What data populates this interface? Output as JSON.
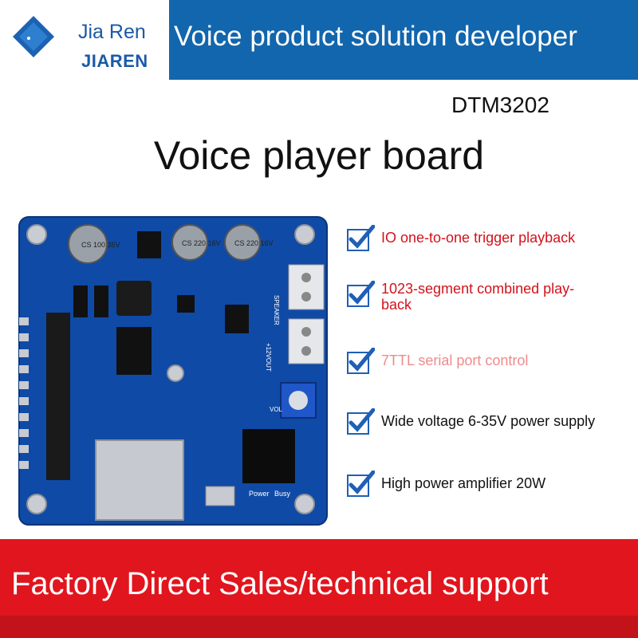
{
  "header": {
    "logo_top": "Jia Ren",
    "logo_bottom": "JIAREN",
    "tagline": "Voice product solution developer",
    "banner_color": "#1266ad"
  },
  "model": "DTM3202",
  "title": "Voice player board",
  "board": {
    "capacitor_label_1": "CS 100 35V",
    "capacitor_label_2": "CS 220 16V",
    "capacitor_label_3": "CS 220 16V",
    "speaker_label": "SPEAKER",
    "power_label": "+12VOUT",
    "vol_label": "VOL",
    "power_led_label": "Power",
    "busy_led_label": "Busy"
  },
  "features": [
    {
      "text": "IO one-to-one trigger playback",
      "color": "#d2121b",
      "icon": "check-icon"
    },
    {
      "text": "1023-segment combined play-back",
      "color": "#d2121b",
      "icon": "check-icon"
    },
    {
      "text": "7TTL serial port control",
      "color": "#f08a8a",
      "icon": "check-icon"
    },
    {
      "text": "Wide voltage 6-35V power supply",
      "color": "#111111",
      "icon": "check-icon"
    },
    {
      "text": "High power amplifier 20W",
      "color": "#111111",
      "icon": "check-icon"
    }
  ],
  "footer": {
    "text": "Factory Direct Sales/technical support",
    "color": "#e0151d"
  }
}
